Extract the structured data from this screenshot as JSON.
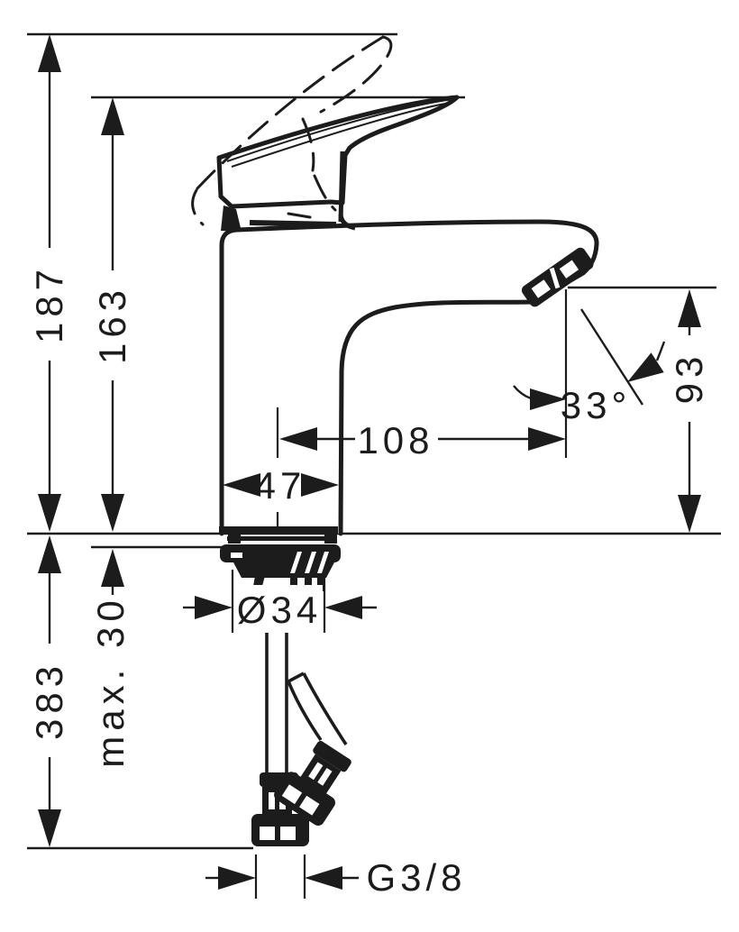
{
  "colors": {
    "ink": "#1c1c1c",
    "background": "#ffffff"
  },
  "labels": {
    "total_height": "187",
    "spout_height": "163",
    "below_deck_length": "383",
    "max_deck_thickness": "max. 30",
    "hole_diameter": "Ø34",
    "base_width": "47",
    "spout_reach": "108",
    "outlet_angle": "33°",
    "outlet_height": "93",
    "connection_thread": "G3/8"
  }
}
